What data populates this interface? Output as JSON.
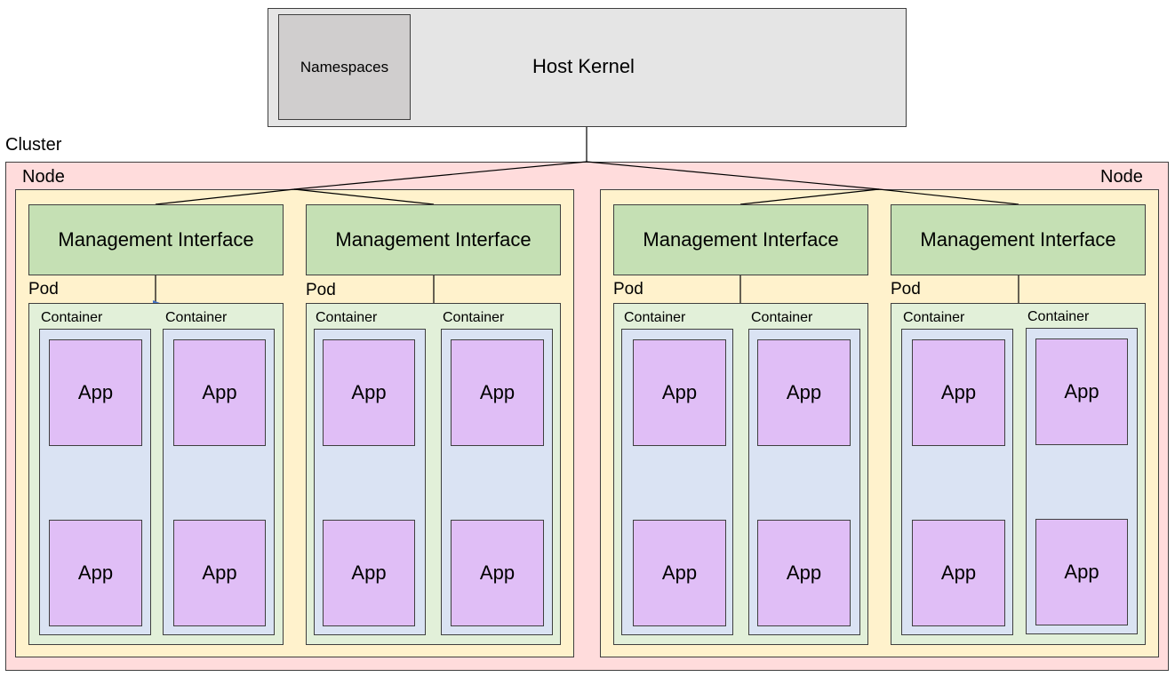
{
  "host": {
    "namespaces_label": "Namespaces",
    "kernel_label": "Host Kernel"
  },
  "cluster": {
    "label": "Cluster"
  },
  "nodes": [
    {
      "label": "Node"
    },
    {
      "label": "Node"
    }
  ],
  "pods": [
    {
      "mgmt_label": "Management Interface",
      "pod_label": "Pod",
      "containers": [
        {
          "label": "Container",
          "apps": [
            "App",
            "App"
          ]
        },
        {
          "label": "Container",
          "apps": [
            "App",
            "App"
          ]
        }
      ]
    },
    {
      "mgmt_label": "Management Interface",
      "pod_label": "Pod",
      "containers": [
        {
          "label": "Container",
          "apps": [
            "App",
            "App"
          ]
        },
        {
          "label": "Container",
          "apps": [
            "App",
            "App"
          ]
        }
      ]
    },
    {
      "mgmt_label": "Management Interface",
      "pod_label": "Pod",
      "containers": [
        {
          "label": "Container",
          "apps": [
            "App",
            "App"
          ]
        },
        {
          "label": "Container",
          "apps": [
            "App",
            "App"
          ]
        }
      ]
    },
    {
      "mgmt_label": "Management Interface",
      "pod_label": "Pod",
      "containers": [
        {
          "label": "Container",
          "apps": [
            "App",
            "App"
          ]
        },
        {
          "label": "Container",
          "apps": [
            "App",
            "App"
          ]
        }
      ]
    }
  ]
}
